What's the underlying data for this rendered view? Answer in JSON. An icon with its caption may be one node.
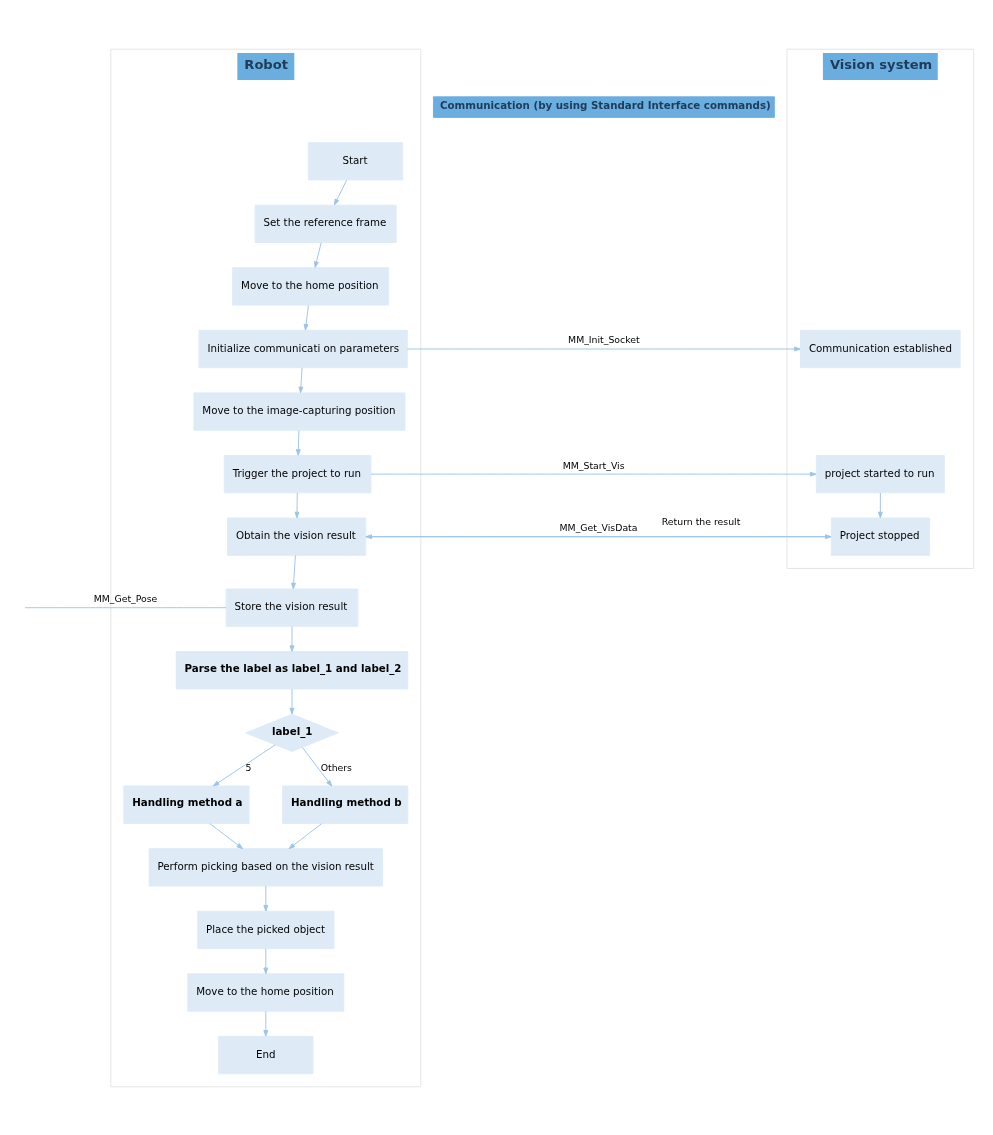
{
  "diagram": {
    "nodes": [
      {
        "text": [
          "Robot"
        ]
      },
      {
        "text": [
          "Communication (by using Standard Interface commands)"
        ]
      },
      {
        "text": [
          "Vision system"
        ]
      },
      {
        "text": [
          "Start"
        ],
        "in": 0
      },
      {
        "text": [
          "Set the reference frame"
        ],
        "in": 0
      },
      {
        "text": [
          "Move to the home position"
        ],
        "in": 0
      },
      {
        "text": [
          "Initialize communicati on parameters"
        ],
        "in": 0
      },
      {
        "text": [
          "Move to the image-capturing position"
        ],
        "in": 0
      },
      {
        "text": [
          "Trigger the project to run"
        ],
        "in": 0
      },
      {
        "text": [
          "Obtain the vision result"
        ],
        "in": 0
      },
      {
        "text": [
          "Store the vision result"
        ],
        "in": 0
      },
      {
        "text": [
          "Parse the label as label_1 and label_2"
        ],
        "in": 0
      },
      {
        "text": [
          "label_1"
        ],
        "in": 0
      },
      {
        "text": [
          "Handling method a"
        ],
        "in": 0
      },
      {
        "text": [
          "Handling method b"
        ],
        "in": 0
      },
      {
        "text": [
          "Perform picking based on the vision result"
        ],
        "in": 0
      },
      {
        "text": [
          "Place the picked object"
        ],
        "in": 0
      },
      {
        "text": [
          "Move to the home position"
        ],
        "in": 0
      },
      {
        "text": [
          "End"
        ],
        "in": 0
      },
      {
        "text": [
          "Communication established"
        ],
        "in": 2
      },
      {
        "text": [
          "project started to run"
        ],
        "in": 2
      },
      {
        "text": [
          "Project stopped"
        ],
        "in": 2
      }
    ],
    "edges": [
      {
        "from": 3,
        "to": 4,
        "arrow": "to"
      },
      {
        "from": 4,
        "to": 5,
        "arrow": "to"
      },
      {
        "from": 5,
        "to": 6,
        "arrow": "to"
      },
      {
        "from": 6,
        "to": 19,
        "arrow": "to",
        "label": "MM_Init_Socket"
      },
      {
        "from": 6,
        "to": 7,
        "arrow": "to"
      },
      {
        "from": 7,
        "to": 8,
        "arrow": "to"
      },
      {
        "from": 8,
        "to": 20,
        "arrow": "to",
        "label": "MM_Start_Vis"
      },
      {
        "from": 8,
        "to": 9,
        "arrow": "to"
      },
      {
        "from": 9,
        "to": 21,
        "arrow": "to",
        "label": "MM_Get_VisData"
      },
      {
        "from": 20,
        "to": 21,
        "arrow": "to"
      },
      {
        "from": 21,
        "to": 9,
        "arrow": "to",
        "label": "Return the result"
      },
      {
        "from": 9,
        "to": 10,
        "arrow": "to"
      },
      {
        "from": 10,
        "to": null,
        "arrow": "none",
        "label": "MM_Get_Pose"
      },
      {
        "from": 10,
        "to": 11,
        "arrow": "to"
      },
      {
        "from": 11,
        "to": 12,
        "arrow": "to"
      },
      {
        "from": 12,
        "to": 13,
        "arrow": "to",
        "label": "5"
      },
      {
        "from": 12,
        "to": 14,
        "arrow": "to",
        "label": "Others"
      },
      {
        "from": 13,
        "to": 15,
        "arrow": "to"
      },
      {
        "from": 14,
        "to": 15,
        "arrow": "to"
      },
      {
        "from": 15,
        "to": 16,
        "arrow": "to"
      },
      {
        "from": 16,
        "to": 17,
        "arrow": "to"
      },
      {
        "from": 17,
        "to": 18,
        "arrow": "to"
      }
    ]
  }
}
